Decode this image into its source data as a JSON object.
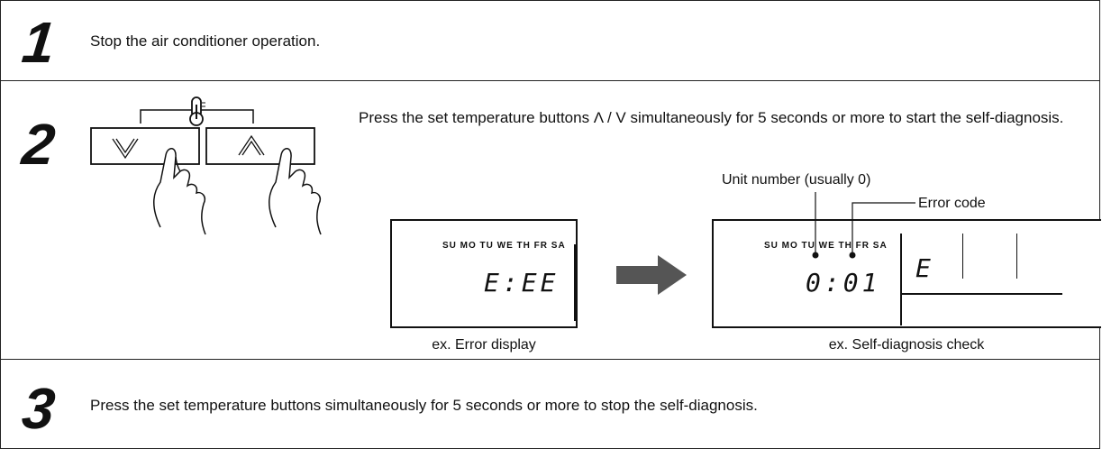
{
  "steps": [
    {
      "number": "1",
      "text": "Stop the air conditioner operation."
    },
    {
      "number": "2",
      "text": "Press the set temperature buttons Λ / V simultaneously for 5 seconds or more to start the self-diagnosis."
    },
    {
      "number": "3",
      "text": "Press the set temperature buttons simultaneously for 5 seconds or more to stop the self-diagnosis."
    }
  ],
  "error_display": {
    "days": "SU MO TU WE TH FR SA",
    "digits": "E:EE",
    "caption": "ex. Error display"
  },
  "self_diagnosis": {
    "days": "SU MO TU WE TH FR SA",
    "digits": "0:01",
    "code_digit": "E",
    "caption": "ex. Self-diagnosis check",
    "unit_label": "Unit number (usually 0)",
    "error_label": "Error code"
  }
}
